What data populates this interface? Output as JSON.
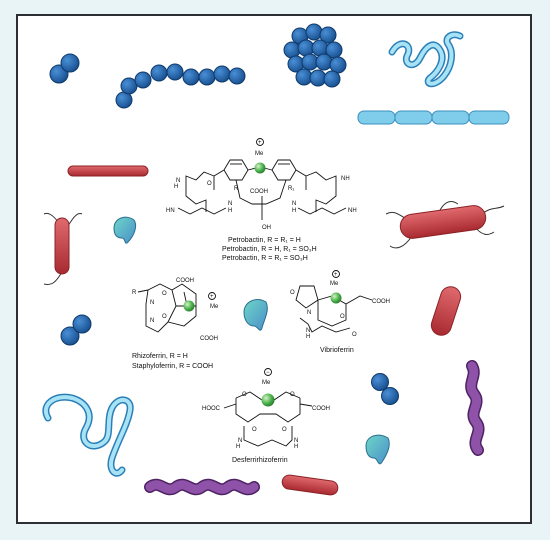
{
  "colors": {
    "frame": "#2b2f33",
    "coccus_blue": "#1f62a8",
    "light_blue": "#7fcdea",
    "red": "#c9373d",
    "purple": "#7a3d8e",
    "teal": "#3fb8b0",
    "metal_green": "#49b24a"
  },
  "compounds": {
    "petrobactin": {
      "me": "Me",
      "cooh": "COOH",
      "oh": "OH",
      "r": "R",
      "r1": "R₁",
      "line1": "Petrobactin, R = R₁ = H",
      "line2": "Petrobactin, R = H, R₁ = SO₃H",
      "line3": "Petrobactin, R = R₁ = SO₃H"
    },
    "rhizoferrin": {
      "cooh": "COOH",
      "r": "R",
      "me": "Me",
      "line1": "Rhizoferrin, R = H",
      "line2": "Staphyloferrin, R = COOH"
    },
    "vibrioferrin": {
      "me": "Me",
      "cooh": "COOH",
      "line1": "Vibrioferrin"
    },
    "desferrirhizoferrin": {
      "me": "Me",
      "hooc": "HOOC",
      "cooh": "COOH",
      "line1": "Desferrirhizoferrin"
    }
  },
  "atoms": {
    "n": "N",
    "hn": "HN",
    "nh": "NH",
    "h": "H",
    "o": "O",
    "plus": "+",
    "minus": "−"
  }
}
